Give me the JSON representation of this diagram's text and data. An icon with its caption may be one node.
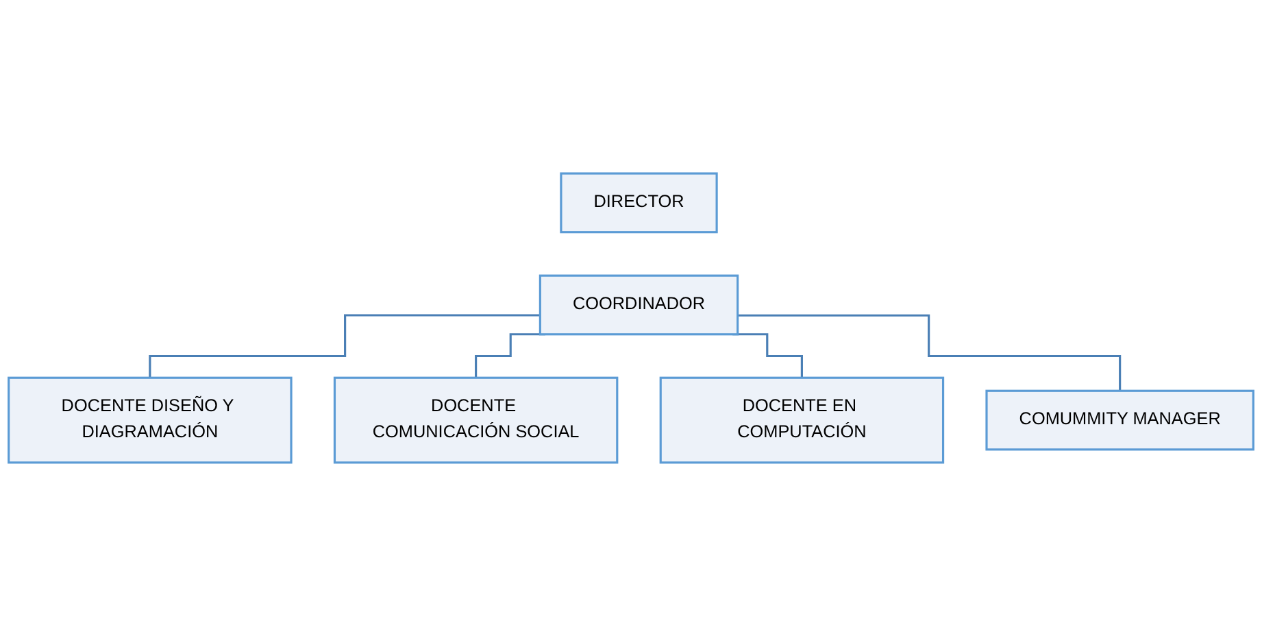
{
  "diagram": {
    "nodes": [
      {
        "text": [
          "DIRECTOR"
        ]
      },
      {
        "text": [
          "COORDINADOR"
        ]
      },
      {
        "text": [
          "DOCENTE DISEÑO Y DIAGRAMACIÓN"
        ]
      },
      {
        "text": [
          "DOCENTE COMUNICACIÓN SOCIAL"
        ]
      },
      {
        "text": [
          "DOCENTE EN COMPUTACIÓN"
        ]
      },
      {
        "text": [
          "COMUMMITY MANAGER"
        ]
      }
    ],
    "edges": [
      {
        "from": 1,
        "to": 2,
        "arrow": "none"
      },
      {
        "from": 1,
        "to": 3,
        "arrow": "none"
      },
      {
        "from": 1,
        "to": 4,
        "arrow": "none"
      },
      {
        "from": 1,
        "to": 5,
        "arrow": "none"
      }
    ]
  }
}
